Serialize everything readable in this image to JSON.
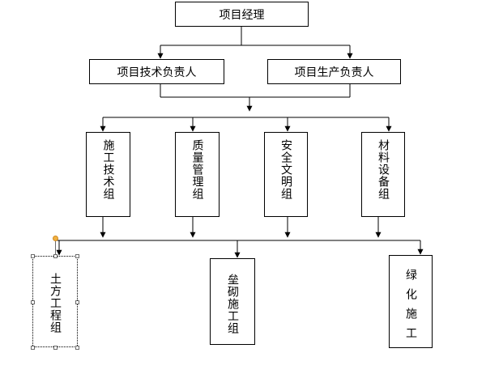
{
  "nodes": {
    "manager": "项目经理",
    "tech_lead": "项目技术负责人",
    "prod_lead": "项目生产负责人",
    "construction_tech": "施工技术组",
    "quality": "质量管理组",
    "safety": "安全文明组",
    "materials": "材料设备组",
    "earthwork": "土方工程组",
    "masonry": "垒砌施工组",
    "greening": "绿化施工"
  }
}
